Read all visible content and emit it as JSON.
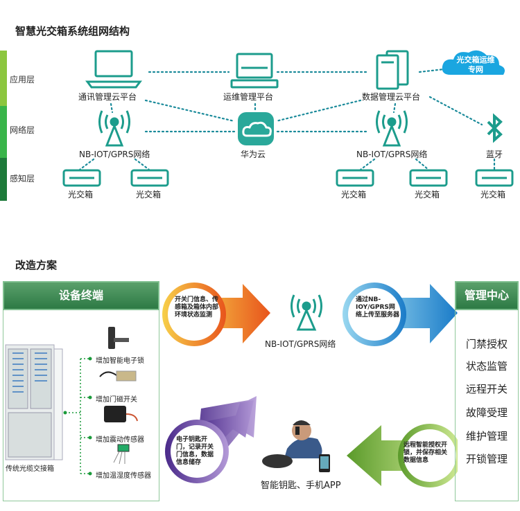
{
  "section1": {
    "title": "智慧光交箱系统组网结构",
    "layers": [
      {
        "label": "应用层",
        "color": "#8cc63f"
      },
      {
        "label": "网络层",
        "color": "#39b54a"
      },
      {
        "label": "感知层",
        "color": "#1d7a3a"
      }
    ],
    "nodes": {
      "comm_cloud": "通讯管理云平台",
      "ops_cloud": "运维管理平台",
      "data_cloud": "数据管理云平台",
      "private_net": "光交箱运维专网",
      "nbiot_left": "NB-IOT/GPRS网络",
      "huawei_cloud": "华为云",
      "nbiot_right": "NB-IOT/GPRS网络",
      "bluetooth": "蓝牙",
      "box": "光交箱"
    }
  },
  "section2": {
    "title": "改造方案",
    "device_header": "设备终端",
    "sensors": [
      "增加智能电子锁",
      "增加门磁开关",
      "增加震动传感器",
      "增加温湿度传感器"
    ],
    "cabinet_label": "传统光缆交接箱",
    "arrow1_text": "开关门信息、传感箱及箱体内部环境状态监测",
    "network_label": "NB-IOT/GPRS网络",
    "arrow2_text": "通过NB-IOY/GPRS网络上传至服务器",
    "mgmt_header": "管理中心",
    "mgmt_items": [
      "门禁授权",
      "状态监管",
      "远程开关",
      "故障受理",
      "维护管理",
      "开锁管理"
    ],
    "arrow3_text": "远程智能授权开锁，并保存相关数据信息",
    "key_label": "智能钥匙、手机APP",
    "arrow4_text": "电子钥匙开门，记录开关门信息，数据信息储存"
  }
}
